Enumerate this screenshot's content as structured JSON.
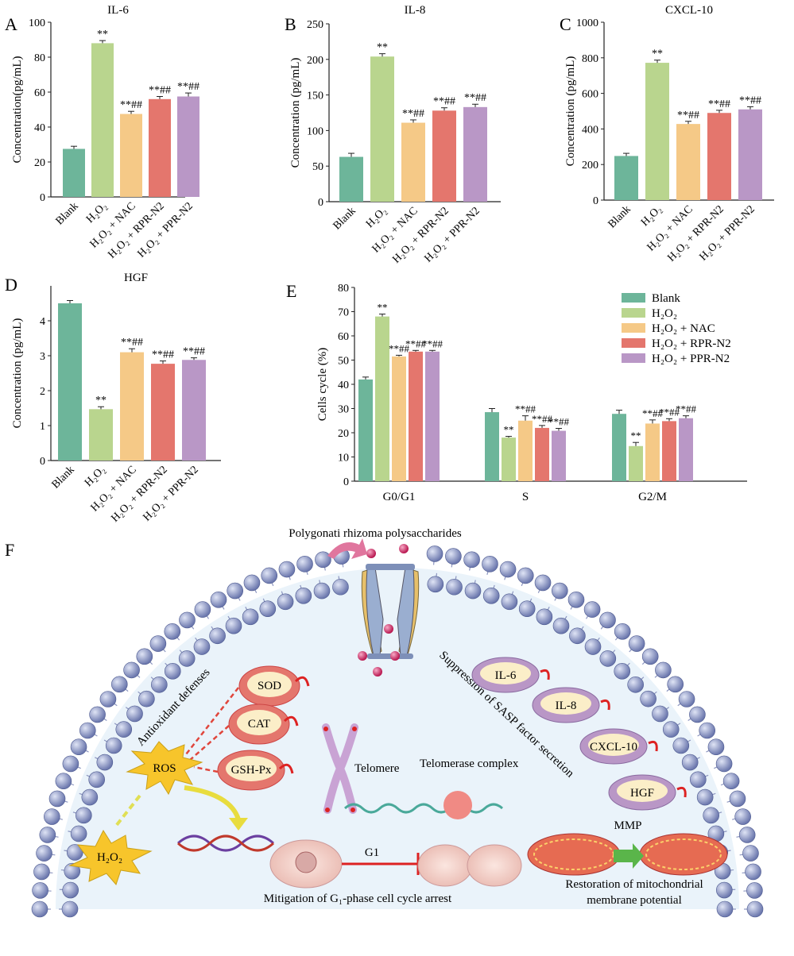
{
  "colors": {
    "blank": "#6db59a",
    "h2o2": "#b9d58e",
    "nac": "#f5c987",
    "rpr": "#e4766d",
    "ppr": "#b997c6"
  },
  "chart_data": [
    {
      "id": "A",
      "type": "bar",
      "title": "IL-6",
      "ylabel": "Concentration(pg/mL)",
      "categories": [
        "Blank",
        "H₂O₂",
        "H₂O₂ + NAC",
        "H₂O₂ + RPR-N2",
        "H₂O₂ + PPR-N2"
      ],
      "values": [
        27.5,
        88,
        47.5,
        56,
        57.5
      ],
      "errors": [
        1.5,
        1.5,
        1.5,
        1.5,
        2
      ],
      "annotations": [
        "",
        "**",
        "**##",
        "**##",
        "**##"
      ],
      "ylim": [
        0,
        100
      ],
      "yticks": [
        0,
        20,
        40,
        60,
        80,
        100
      ]
    },
    {
      "id": "B",
      "type": "bar",
      "title": "IL-8",
      "ylabel": "Concentration (pg/mL)",
      "categories": [
        "Blank",
        "H₂O₂",
        "H₂O₂ + NAC",
        "H₂O₂ + RPR-N2",
        "H₂O₂ + PPR-N2"
      ],
      "values": [
        63,
        204,
        111,
        128,
        133
      ],
      "errors": [
        5,
        4,
        4,
        4,
        4
      ],
      "annotations": [
        "",
        "**",
        "**##",
        "**##",
        "**##"
      ],
      "ylim": [
        0,
        250
      ],
      "yticks": [
        0,
        50,
        100,
        150,
        200,
        250
      ]
    },
    {
      "id": "C",
      "type": "bar",
      "title": "CXCL-10",
      "ylabel": "Concentration (pg/mL)",
      "categories": [
        "Blank",
        "H₂O₂",
        "H₂O₂ + NAC",
        "H₂O₂ + RPR-N2",
        "H₂O₂ + PPR-N2"
      ],
      "values": [
        248,
        772,
        428,
        490,
        510
      ],
      "errors": [
        15,
        15,
        15,
        15,
        15
      ],
      "annotations": [
        "",
        "**",
        "**##",
        "**##",
        "**##"
      ],
      "ylim": [
        0,
        1000
      ],
      "yticks": [
        0,
        200,
        400,
        600,
        800,
        1000
      ]
    },
    {
      "id": "D",
      "type": "bar",
      "title": "HGF",
      "ylabel": "Concentration (pg/mL)",
      "categories": [
        "Blank",
        "H₂O₂",
        "H₂O₂ + NAC",
        "H₂O₂ + RPR-N2",
        "H₂O₂ + PPR-N2"
      ],
      "values": [
        4.5,
        1.47,
        3.1,
        2.77,
        2.88
      ],
      "errors": [
        0.08,
        0.07,
        0.1,
        0.08,
        0.06
      ],
      "annotations": [
        "",
        "**",
        "**##",
        "**##",
        "**##"
      ],
      "ylim": [
        0,
        5
      ],
      "yticks": [
        0,
        1,
        2,
        3,
        4
      ]
    },
    {
      "id": "E",
      "type": "bar",
      "ylabel": "Cells cycle (%)",
      "categories": [
        "G0/G1",
        "S",
        "G2/M"
      ],
      "series": [
        {
          "name": "Blank",
          "values": [
            42,
            28.5,
            27.8
          ],
          "errors": [
            1,
            1.5,
            1.5
          ],
          "annotations": [
            "",
            "",
            ""
          ]
        },
        {
          "name": "H₂O₂",
          "values": [
            68,
            18,
            14.5
          ],
          "errors": [
            1,
            0.5,
            1.5
          ],
          "annotations": [
            "**",
            "**",
            "**"
          ]
        },
        {
          "name": "H₂O₂ + NAC",
          "values": [
            51.5,
            25,
            23.8
          ],
          "errors": [
            0.5,
            2,
            1.5
          ],
          "annotations": [
            "**##",
            "**##",
            "**##"
          ]
        },
        {
          "name": "H₂O₂ + RPR-N2",
          "values": [
            53.5,
            22,
            24.8
          ],
          "errors": [
            0.5,
            1,
            1
          ],
          "annotations": [
            "**##",
            "**##",
            "**##"
          ]
        },
        {
          "name": "H₂O₂ + PPR-N2",
          "values": [
            53.5,
            20.8,
            26
          ],
          "errors": [
            0.5,
            1,
            1
          ],
          "annotations": [
            "**##",
            "**##",
            "**##"
          ]
        }
      ],
      "ylim": [
        0,
        80
      ],
      "yticks": [
        0,
        10,
        20,
        30,
        40,
        50,
        60,
        70,
        80
      ],
      "legend": "top-right"
    }
  ],
  "schematic": {
    "panel": "F",
    "top_label": "Polygonati rhizoma polysaccharides",
    "antioxidant": "Antioxidant defenses",
    "enzymes": [
      "SOD",
      "CAT",
      "GSH-Px"
    ],
    "ros": "ROS",
    "h2o2_label": "H₂O₂",
    "telomere": "Telomere",
    "telomerase": "Telomerase complex",
    "sasp": "Suppression of SASP factor secretion",
    "sasp_factors": [
      "IL-6",
      "IL-8",
      "CXCL-10",
      "HGF"
    ],
    "mmp": "MMP",
    "g1_label": "G1",
    "g1_caption": "Mitigation of G₁-phase cell cycle arrest",
    "mito_caption_1": "Restoration of mitochondrial",
    "mito_caption_2": "membrane potential"
  }
}
